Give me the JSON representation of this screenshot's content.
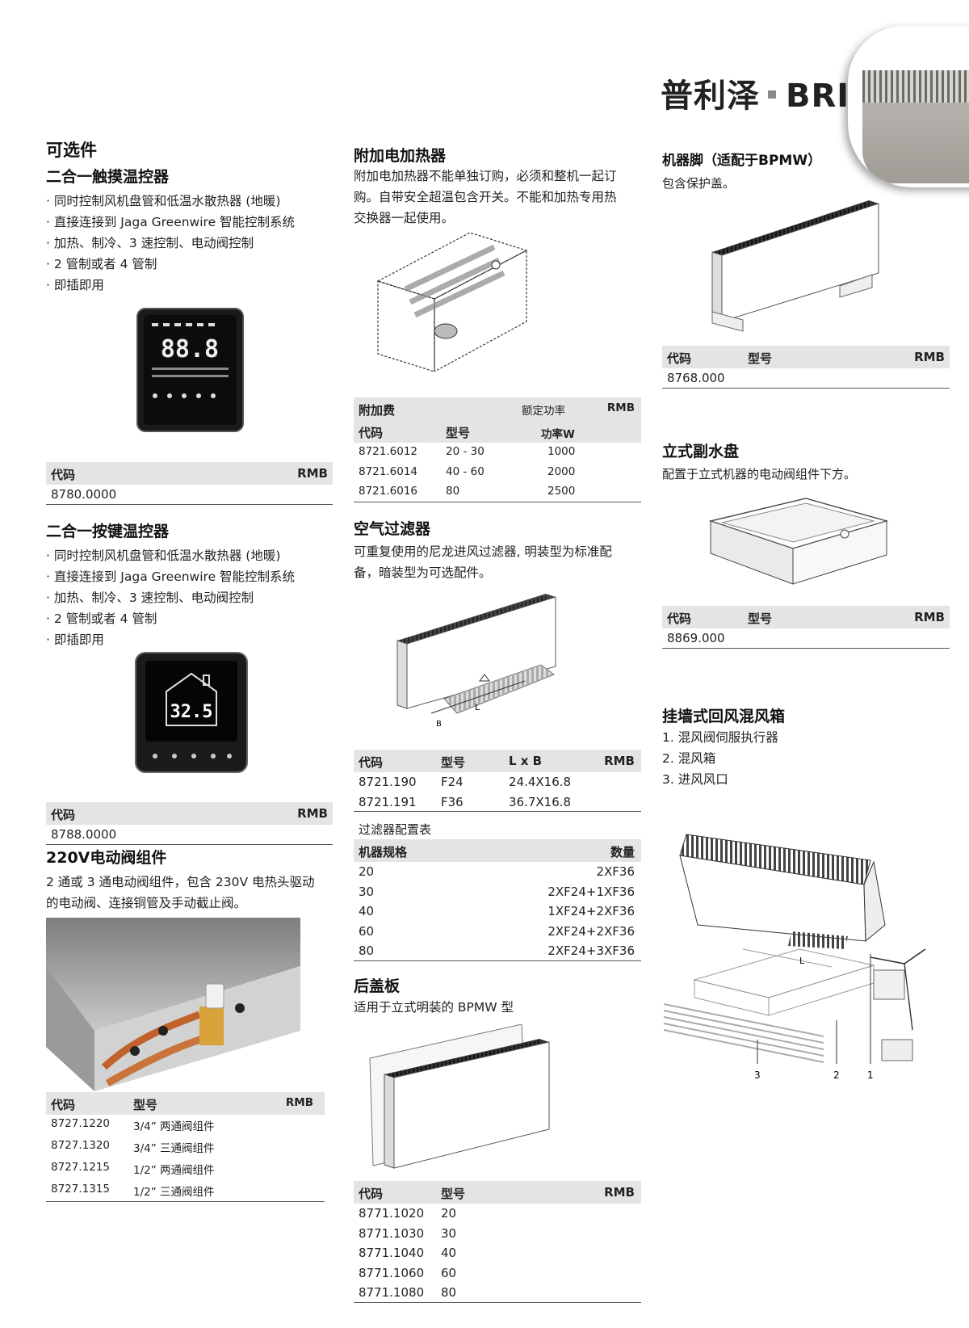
{
  "brand": {
    "cn": "普利泽",
    "en": "BRIZA"
  },
  "col1": {
    "section_title": "可选件",
    "touch": {
      "title": "二合一触摸温控器",
      "bullets": [
        "· 同时控制风机盘管和低温水散热器 (地暖)",
        "· 直接连接到 Jaga Greenwire 智能控制系统",
        "· 加热、制冷、3 速控制、电动阀控制",
        "· 2 管制或者 4 管制",
        "· 即插即用"
      ],
      "lcd": "88.8",
      "table": {
        "h_code": "代码",
        "h_rmb": "RMB",
        "code": "8780.0000"
      }
    },
    "button": {
      "title": "二合一按键温控器",
      "bullets": [
        "· 同时控制风机盘管和低温水散热器 (地暖)",
        "· 直接连接到 Jaga Greenwire 智能控制系统",
        "· 加热、制冷、3 速控制、电动阀控制",
        "· 2 管制或者 4 管制",
        "· 即插即用"
      ],
      "lcd": "32.5",
      "table": {
        "h_code": "代码",
        "h_rmb": "RMB",
        "code": "8788.0000"
      }
    },
    "valve": {
      "title": "220V电动阀组件",
      "desc": [
        "2 通或 3 通电动阀组件，包含 230V 电热头驱动",
        "的电动阀、连接铜管及手动截止阀。"
      ],
      "table": {
        "h_code": "代码",
        "h_model": "型号",
        "h_rmb": "RMB",
        "rows": [
          {
            "code": "8727.1220",
            "model": "3/4” 两通阀组件"
          },
          {
            "code": "8727.1320",
            "model": "3/4” 三通阀组件"
          },
          {
            "code": "8727.1215",
            "model": "1/2” 两通阀组件"
          },
          {
            "code": "8727.1315",
            "model": "1/2” 三通阀组件"
          }
        ]
      }
    }
  },
  "col2": {
    "heater": {
      "title": "附加电加热器",
      "desc": [
        "附加电加热器不能单独订购，必须和整机一起订",
        "购。自带安全超温包含开关。不能和加热专用热",
        "交换器一起使用。"
      ],
      "table": {
        "h_surcharge": "附加费",
        "h_power": "额定功率",
        "h_rmb": "RMB",
        "h_code": "代码",
        "h_model": "型号",
        "h_unit": "功率W",
        "rows": [
          {
            "code": "8721.6012",
            "model": "20 - 30",
            "power": "1000"
          },
          {
            "code": "8721.6014",
            "model": "40 - 60",
            "power": "2000"
          },
          {
            "code": "8721.6016",
            "model": "80",
            "power": "2500"
          }
        ]
      }
    },
    "filter": {
      "title": "空气过滤器",
      "desc": [
        "可重复使用的尼龙进风过滤器, 明装型为标准配",
        "备，暗装型为可选配件。"
      ],
      "dim_b": "B",
      "dim_l": "L",
      "table": {
        "h_code": "代码",
        "h_model": "型号",
        "h_lxb": "L x B",
        "h_rmb": "RMB",
        "rows": [
          {
            "code": "8721.190",
            "model": "F24",
            "lxb": "24.4X16.8"
          },
          {
            "code": "8721.191",
            "model": "F36",
            "lxb": "36.7X16.8"
          }
        ]
      },
      "config": {
        "title": "过滤器配置表",
        "h_spec": "机器规格",
        "h_qty": "数量",
        "rows": [
          {
            "spec": "20",
            "qty": "2XF36"
          },
          {
            "spec": "30",
            "qty": "2XF24+1XF36"
          },
          {
            "spec": "40",
            "qty": "1XF24+2XF36"
          },
          {
            "spec": "60",
            "qty": "2XF24+2XF36"
          },
          {
            "spec": "80",
            "qty": "2XF24+3XF36"
          }
        ]
      }
    },
    "backcover": {
      "title": "后盖板",
      "desc": "适用于立式明装的 BPMW 型",
      "table": {
        "h_code": "代码",
        "h_model": "型号",
        "h_rmb": "RMB",
        "rows": [
          {
            "code": "8771.1020",
            "model": "20"
          },
          {
            "code": "8771.1030",
            "model": "30"
          },
          {
            "code": "8771.1040",
            "model": "40"
          },
          {
            "code": "8771.1060",
            "model": "60"
          },
          {
            "code": "8771.1080",
            "model": "80"
          }
        ]
      }
    }
  },
  "col3": {
    "feet": {
      "title": "机器脚（适配于BPMW）",
      "desc": "包含保护盖。",
      "table": {
        "h_code": "代码",
        "h_model": "型号",
        "h_rmb": "RMB",
        "code": "8768.000"
      }
    },
    "tray": {
      "title": "立式副水盘",
      "desc": "配置于立式机器的电动阀组件下方。",
      "table": {
        "h_code": "代码",
        "h_model": "型号",
        "h_rmb": "RMB",
        "code": "8869.000"
      }
    },
    "mixbox": {
      "title": "挂墙式回风混风箱",
      "items": [
        "1. 混风阀伺服执行器",
        "2. 混风箱",
        "3. 进风风口"
      ],
      "dim_l": "L",
      "callouts": [
        "3",
        "2",
        "1"
      ]
    }
  }
}
